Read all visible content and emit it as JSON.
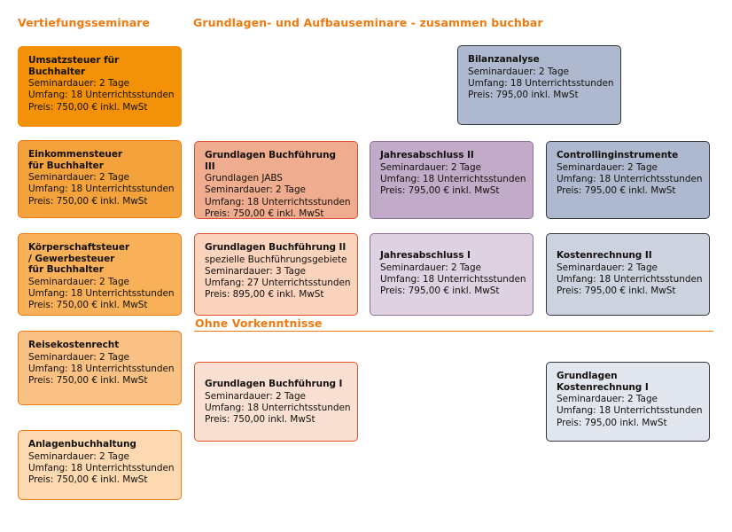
{
  "headings": {
    "vertiefung": "Vertiefungsseminare",
    "grundlagen": "Grundlagen- und Aufbauseminare - zusammen buchbar",
    "ohne_vorkenntnisse": "Ohne Vorkenntnisse"
  },
  "colors": {
    "accent_orange": "#ef7b10",
    "card_orange_strong": "#f39209",
    "card_salmon": "#f0ac8e",
    "card_salmon_border": "#df4f2c",
    "card_purple": "#c2abc9",
    "card_purple_border": "#8e6f97",
    "card_blue": "#aeb9cf",
    "card_blue_border": "#33363c",
    "text": "#14110e"
  },
  "cards": {
    "umsatzsteuer": {
      "title": "Umsatzsteuer für Buchhalter",
      "subtitle": "",
      "dauer": "Seminardauer: 2 Tage",
      "umfang": "Umfang: 18 Unterrichtsstunden",
      "preis": "Preis: 750,00 € inkl. MwSt"
    },
    "einkommensteuer": {
      "title": "Einkommensteuer für Buchhalter",
      "subtitle": "",
      "dauer": "Seminardauer: 2 Tage",
      "umfang": "Umfang: 18 Unterrichtsstunden",
      "preis": "Preis: 750,00 € inkl. MwSt"
    },
    "koerperschaftsteuer": {
      "title": "Körperschaftsteuer / Gewerbesteuer für Buchhalter",
      "subtitle": "",
      "dauer": "Seminardauer: 2 Tage",
      "umfang": "Umfang: 18 Unterrichtsstunden",
      "preis": "Preis: 750,00 € inkl. MwSt"
    },
    "reisekostenrecht": {
      "title": "Reisekostenrecht",
      "subtitle": "",
      "dauer": "Seminardauer: 2 Tage",
      "umfang": "Umfang: 18 Unterrichtsstunden",
      "preis": "Preis: 750,00 € inkl. MwSt"
    },
    "anlagenbuchhaltung": {
      "title": "Anlagenbuchhaltung",
      "subtitle": "",
      "dauer": "Seminardauer: 2 Tage",
      "umfang": "Umfang: 18 Unterrichtsstunden",
      "preis": "Preis: 750,00 € inkl. MwSt"
    },
    "grundlagen_bf_3": {
      "title": "Grundlagen Buchführung III",
      "subtitle": "Grundlagen JABS",
      "dauer": "Seminardauer: 2 Tage",
      "umfang": "Umfang: 18 Unterrichtsstunden",
      "preis": "Preis: 750,00 € inkl. MwSt"
    },
    "grundlagen_bf_2": {
      "title": "Grundlagen Buchführung II",
      "subtitle": "spezielle Buchführungsgebiete",
      "dauer": "Seminardauer: 3 Tage",
      "umfang": "Umfang: 27 Unterrichtsstunden",
      "preis": "Preis: 895,00 € inkl. MwSt"
    },
    "grundlagen_bf_1": {
      "title": "Grundlagen Buchführung I",
      "subtitle": "",
      "dauer": "Seminardauer: 2 Tage",
      "umfang": "Umfang: 18 Unterrichtsstunden",
      "preis": "Preis: 750,00 inkl. MwSt"
    },
    "jahresabschluss_2": {
      "title": "Jahresabschluss II",
      "subtitle": "",
      "dauer": "Seminardauer: 2 Tage",
      "umfang": "Umfang: 18 Unterrichtsstunden",
      "preis": "Preis: 795,00 € inkl. MwSt"
    },
    "jahresabschluss_1": {
      "title": "Jahresabschluss I",
      "subtitle": "",
      "dauer": "Seminardauer: 2 Tage",
      "umfang": "Umfang: 18 Unterrichtsstunden",
      "preis": "Preis: 795,00 € inkl. MwSt"
    },
    "bilanzanalyse": {
      "title": "Bilanzanalyse",
      "subtitle": "",
      "dauer": "Seminardauer: 2 Tage",
      "umfang": "Umfang: 18 Unterrichtsstunden",
      "preis": "Preis: 795,00 inkl. MwSt"
    },
    "controllinginstrumente": {
      "title": "Controllinginstrumente",
      "subtitle": "",
      "dauer": "Seminardauer: 2 Tage",
      "umfang": "Umfang: 18 Unterrichtsstunden",
      "preis": "Preis: 795,00 € inkl. MwSt"
    },
    "kostenrechnung_2": {
      "title": "Kostenrechnung II",
      "subtitle": "",
      "dauer": "Seminardauer: 2 Tage",
      "umfang": "Umfang: 18 Unterrichtsstunden",
      "preis": "Preis: 795,00 € inkl. MwSt"
    },
    "grundlagen_kostenrechnung_1": {
      "title": "Grundlagen Kostenrechnung I",
      "subtitle": "",
      "dauer": "Seminardauer: 2 Tage",
      "umfang": "Umfang: 18 Unterrichtsstunden",
      "preis": "Preis: 795,00 inkl. MwSt"
    }
  }
}
